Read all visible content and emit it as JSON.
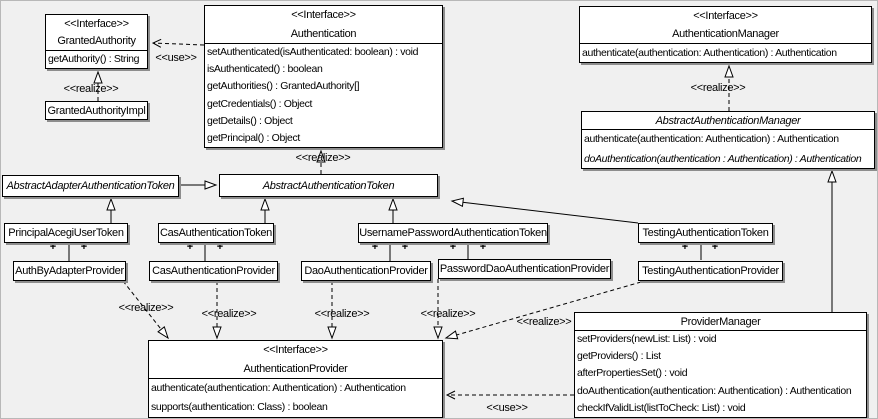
{
  "diagram_type": "uml-class-diagram",
  "colors": {
    "background": "#f0f0f0",
    "box_fill": "#ffffff",
    "line": "#000000",
    "shadow": "#8d8d8d"
  },
  "labels": {
    "use": "<<use>>",
    "realize": "<<realize>>",
    "plus": "+"
  },
  "classes": {
    "granted_authority": {
      "stereotype": "<<Interface>>",
      "name": "GrantedAuthority",
      "methods": [
        "getAuthority() : String"
      ]
    },
    "granted_authority_impl": {
      "name": "GrantedAuthorityImpl"
    },
    "authentication": {
      "stereotype": "<<Interface>>",
      "name": "Authentication",
      "methods": [
        "setAuthenticated(isAuthenticated: boolean) : void",
        "isAuthenticated() : boolean",
        "getAuthorities() : GrantedAuthority[]",
        "getCredentials() : Object",
        "getDetails() : Object",
        "getPrincipal() : Object"
      ]
    },
    "authentication_manager": {
      "stereotype": "<<Interface>>",
      "name": "AuthenticationManager",
      "methods": [
        "authenticate(authentication: Authentication) : Authentication"
      ]
    },
    "abstract_authentication_manager": {
      "name": "AbstractAuthenticationManager",
      "methods": [
        "authenticate(authentication: Authentication) : Authentication",
        "doAuthentication(authentication : Authentication) : Authentication"
      ]
    },
    "abstract_adapter_authentication_token": {
      "name": "AbstractAdapterAuthenticationToken"
    },
    "abstract_authentication_token": {
      "name": "AbstractAuthenticationToken"
    },
    "principal_acegi_user_token": {
      "name": "PrincipalAcegiUserToken"
    },
    "cas_authentication_token": {
      "name": "CasAuthenticationToken"
    },
    "username_password_authentication_token": {
      "name": "UsernamePasswordAuthenticationToken"
    },
    "testing_authentication_token": {
      "name": "TestingAuthenticationToken"
    },
    "auth_by_adapter_provider": {
      "name": "AuthByAdapterProvider"
    },
    "cas_authentication_provider": {
      "name": "CasAuthenticationProvider"
    },
    "dao_authentication_provider": {
      "name": "DaoAuthenticationProvider"
    },
    "password_dao_authentication_provider": {
      "name": "PasswordDaoAuthenticationProvider"
    },
    "testing_authentication_provider": {
      "name": "TestingAuthenticationProvider"
    },
    "authentication_provider": {
      "stereotype": "<<Interface>>",
      "name": "AuthenticationProvider",
      "methods": [
        "authenticate(authentication: Authentication) : Authentication",
        "supports(authentication: Class) : boolean"
      ]
    },
    "provider_manager": {
      "name": "ProviderManager",
      "methods": [
        "setProviders(newList: List) : void",
        "getProviders() : List",
        "afterPropertiesSet() : void",
        "doAuthentication(authentication: Authentication) : Authentication",
        "checkIfValidList(listToCheck: List) : void"
      ]
    }
  }
}
